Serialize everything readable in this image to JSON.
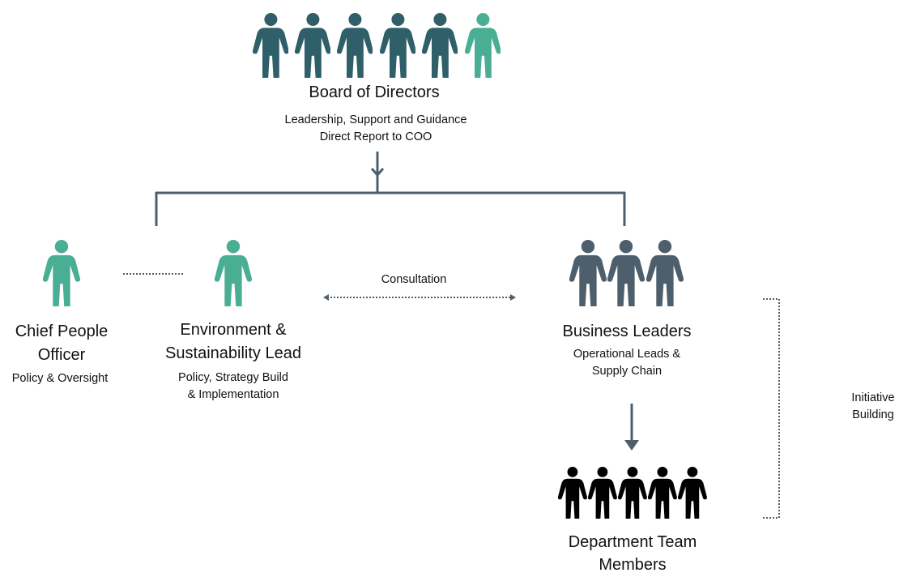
{
  "colors": {
    "board": "#2f5f69",
    "teal": "#4aae95",
    "slate": "#4d5f6d",
    "black": "#000000",
    "line": "#4d5f6d"
  },
  "icons": {
    "person": "person-icon"
  },
  "board": {
    "title": "Board of Directors",
    "line1": "Leadership, Support and Guidance",
    "line2": "Direct Report to COO"
  },
  "cpo": {
    "title_line1": "Chief People",
    "title_line2": "Officer",
    "sub": "Policy & Oversight"
  },
  "esl": {
    "title_line1": "Environment &",
    "title_line2": "Sustainability Lead",
    "sub_line1": "Policy, Strategy Build",
    "sub_line2": "& Implementation"
  },
  "consultation": "Consultation",
  "business": {
    "title": "Business Leaders",
    "sub_line1": "Operational Leads &",
    "sub_line2": "Supply Chain"
  },
  "department": {
    "title_line1": "Department Team",
    "title_line2": "Members"
  },
  "initiative": {
    "line1": "Initiative",
    "line2": "Building"
  }
}
